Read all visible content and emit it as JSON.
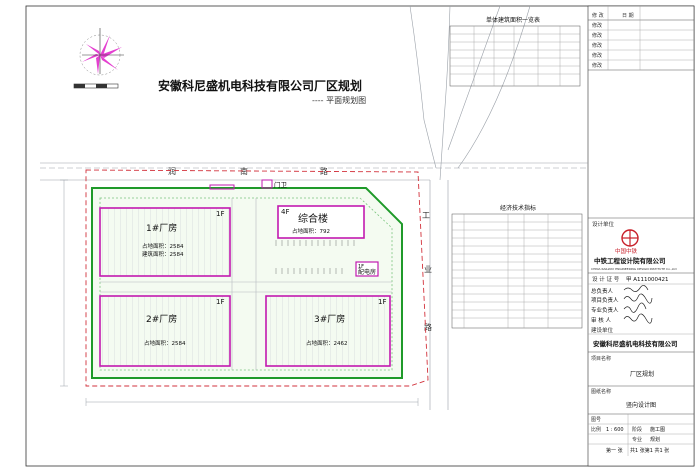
{
  "drawing": {
    "title": "安徽科尼盛机电科技有限公司厂区规划",
    "subtitle": "---- 平面规划图"
  },
  "roads": {
    "south_road": [
      "润",
      "南",
      "路"
    ],
    "industrial_road": [
      "工",
      "业",
      "路"
    ]
  },
  "buildings": {
    "b1": {
      "name": "1#厂房",
      "floors": "1F",
      "area1": "占地面积：2584",
      "area2": "建筑面积：2584"
    },
    "b2": {
      "name": "2#厂房",
      "floors": "1F",
      "area1": "占地面积：2584"
    },
    "b3": {
      "name": "3#厂房",
      "floors": "1F",
      "area1": "占地面积：2462"
    },
    "office": {
      "name": "综合楼",
      "floors": "4F",
      "area1": "占地面积：792"
    },
    "guard": {
      "name": "门卫"
    },
    "power": {
      "name": "配电房",
      "floors": "1F"
    }
  },
  "tables": {
    "area_table_title": "单体建筑面积一览表",
    "econ_table_title": "经济技术指标"
  },
  "title_block": {
    "designer_label": "设计单位",
    "brand": "中国中铁",
    "company": "中铁工程设计院有限公司",
    "company_en": "CHINA RAILWAY ENGINEERING DESIGN INSTITUTE Co.,Ltd",
    "cert_label": "设 计 证 号",
    "cert_no": "甲 A111000421",
    "roles": [
      "总负责人",
      "项目负责人",
      "专业负责人",
      "审 核 人"
    ],
    "client_label": "建设单位",
    "client_name": "安徽科尼盛机电科技有限公司",
    "project_label": "项目名称",
    "project_name": "厂区规划",
    "drawing_label": "图纸名称",
    "drawing_name": "竖向设计图",
    "drawing_no_label": "图号",
    "scale_label": "比例",
    "scale_value": "1 : 600",
    "stage_label": "阶段",
    "stage_value": "施工图",
    "major_label": "专业",
    "major_value": "规划",
    "page_left": "第一 张",
    "page_right": "共1 张第1 共1 张"
  },
  "revision": {
    "headers": [
      "修 改",
      "日 期"
    ],
    "rows": [
      "修改",
      "修改",
      "修改",
      "修改",
      "修改"
    ]
  },
  "colors": {
    "building": "#c21ab0",
    "redline": "#d2323c",
    "green": "#1f9a2a",
    "road": "#9aa0a8",
    "compass": "#e43fd0"
  }
}
